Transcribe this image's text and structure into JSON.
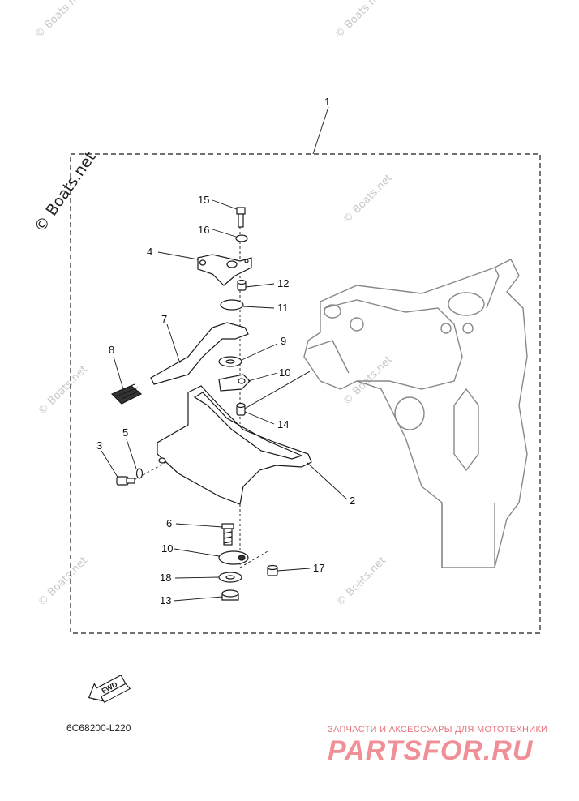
{
  "callouts": [
    "1",
    "2",
    "3",
    "4",
    "5",
    "6",
    "7",
    "8",
    "9",
    "10",
    "10",
    "11",
    "12",
    "13",
    "14",
    "15",
    "16",
    "17",
    "18"
  ],
  "fwd_label": "FWD",
  "diagram_code": "6C68200-L220",
  "watermark_main": "© Boats.net",
  "watermark_small": "© Boats.net",
  "shop_tagline": "ЗАПЧАСТИ И АКСЕССУАРЫ ДЛЯ МОТОТЕХНИКИ",
  "shop_logo": "PARTSFOR.RU",
  "colors": {
    "line": "#1a1a1a",
    "watermark": "#c9c9c9",
    "shop": "#f08f95"
  }
}
